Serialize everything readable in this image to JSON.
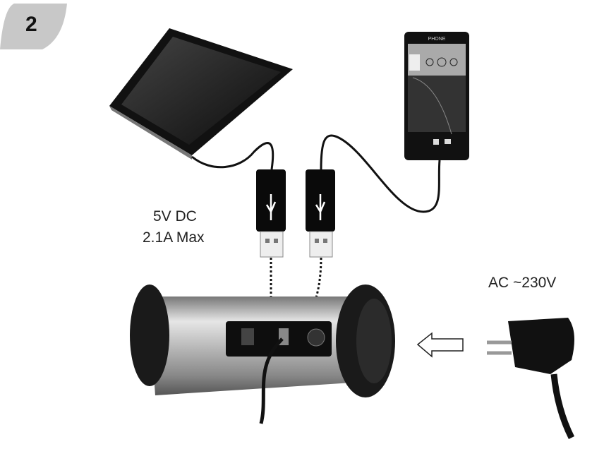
{
  "step_badge": "2",
  "usb_output": {
    "voltage": "5V DC",
    "current": "2.1A Max"
  },
  "ac_input": "AC ~230V",
  "phone_brand": "PHONE",
  "colors": {
    "badge": "#c8c8c8",
    "device": "#111111",
    "inverter_body": "#b9bcc0"
  }
}
